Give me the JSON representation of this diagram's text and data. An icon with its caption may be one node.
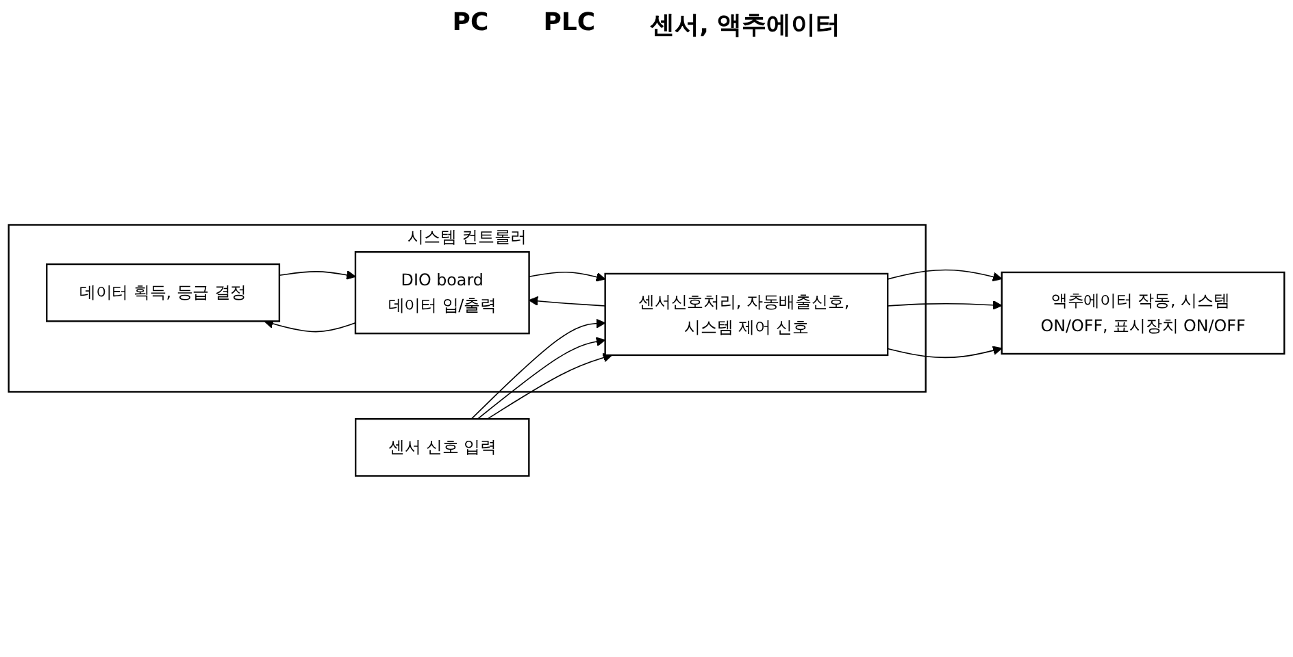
{
  "diagram": {
    "nodes": [
      {
        "text": [
          "시스템 컨트롤러"
        ]
      },
      {
        "text": [
          "데이터 획득, 등급 결정"
        ],
        "in": 0
      },
      {
        "text": [
          "DIO board",
          "데이터 입/출력"
        ],
        "in": 0
      },
      {
        "text": [
          "센서신호처리, 자동배출신호, 시스템 제어 신호"
        ],
        "in": 0
      },
      {
        "text": [
          "액추에이터 작동, 시스템 ON/OFF, 표시장치 ON/OFF"
        ]
      },
      {
        "text": [
          "센서 신호 입력"
        ]
      }
    ],
    "edges": [
      {
        "from": 1,
        "to": 2,
        "arrow": "to"
      },
      {
        "from": 2,
        "to": 1,
        "arrow": "to"
      },
      {
        "from": 2,
        "to": 3,
        "arrow": "to"
      },
      {
        "from": 3,
        "to": 2,
        "arrow": "to"
      },
      {
        "from": 3,
        "to": 4,
        "arrow": "to"
      },
      {
        "from": 3,
        "to": 4,
        "arrow": "to"
      },
      {
        "from": 3,
        "to": 4,
        "arrow": "to"
      },
      {
        "from": 5,
        "to": 3,
        "arrow": "to"
      },
      {
        "from": 5,
        "to": 3,
        "arrow": "to"
      },
      {
        "from": 5,
        "to": 3,
        "arrow": "to"
      }
    ],
    "labels": [
      "PC",
      "PLC",
      "센서, 액추에이터"
    ]
  }
}
